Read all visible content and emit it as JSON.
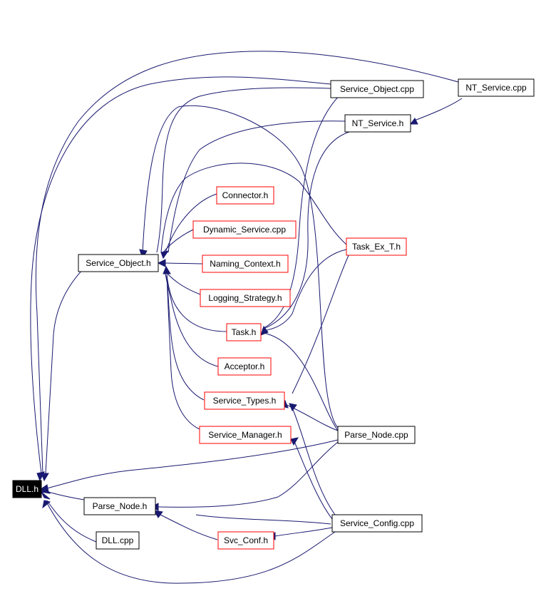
{
  "colors": {
    "edge": "#191970",
    "red_border": "#ff0000",
    "black_border": "#000000"
  },
  "nodes": {
    "dll_h": "DLL.h",
    "dll_cpp": "DLL.cpp",
    "parse_node_h": "Parse_Node.h",
    "svc_conf_h": "Svc_Conf.h",
    "service_object_h": "Service_Object.h",
    "connector_h": "Connector.h",
    "dynamic_service_cpp": "Dynamic_Service.cpp",
    "naming_context_h": "Naming_Context.h",
    "logging_strategy_h": "Logging_Strategy.h",
    "task_h": "Task.h",
    "acceptor_h": "Acceptor.h",
    "service_types_h": "Service_Types.h",
    "service_manager_h": "Service_Manager.h",
    "service_object_cpp": "Service_Object.cpp",
    "nt_service_h": "NT_Service.h",
    "nt_service_cpp": "NT_Service.cpp",
    "task_ex_t_h": "Task_Ex_T.h",
    "parse_node_cpp": "Parse_Node.cpp",
    "service_config_cpp": "Service_Config.cpp"
  }
}
